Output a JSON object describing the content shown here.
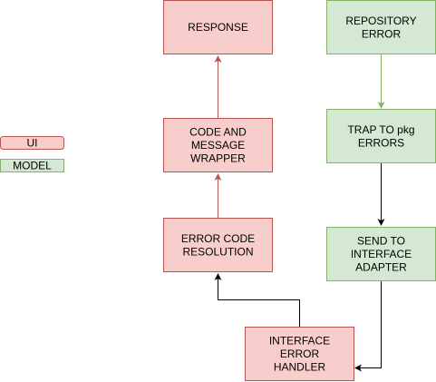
{
  "colors": {
    "ui_fill": "#f8cecc",
    "ui_stroke": "#b85450",
    "model_fill": "#d5e8d4",
    "model_stroke": "#82b366",
    "ui_arrow": "#b85450",
    "model_arrow": "#82b366",
    "black_arrow": "#000000"
  },
  "legend": {
    "ui": "UI",
    "model": "MODEL"
  },
  "nodes": {
    "response": [
      "RESPONSE"
    ],
    "code_wrapper": [
      "CODE AND",
      "MESSAGE",
      "WRAPPER"
    ],
    "error_code_resolution": [
      "ERROR CODE",
      "RESOLUTION"
    ],
    "interface_error_handler": [
      "INTERFACE",
      "ERROR",
      "HANDLER"
    ],
    "repository_error": [
      "REPOSITORY",
      "ERROR"
    ],
    "trap_to_pkg": [
      "TRAP TO pkg",
      "ERRORS"
    ],
    "send_to_adapter": [
      "SEND TO",
      "INTERFACE",
      "ADAPTER"
    ]
  }
}
